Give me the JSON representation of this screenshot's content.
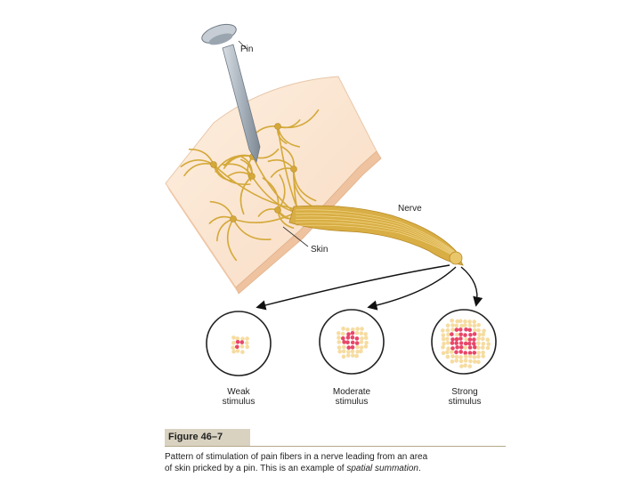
{
  "labels": {
    "pin": "Pin",
    "nerve": "Nerve",
    "skin": "Skin"
  },
  "stimuli": [
    {
      "line1": "Weak",
      "line2": "stimulus",
      "level": 0.15
    },
    {
      "line1": "Moderate",
      "line2": "stimulus",
      "level": 0.55
    },
    {
      "line1": "Strong",
      "line2": "stimulus",
      "level": 1.0
    }
  ],
  "figure": {
    "number": "Figure 46–7",
    "caption_line1": "Pattern of stimulation of pain fibers in a nerve leading from an area",
    "caption_line2_start": "of skin pricked by a pin. This is an example of ",
    "caption_line2_em": "spatial summation",
    "caption_line2_end": "."
  },
  "colors": {
    "skin_top": "#fbe6d2",
    "skin_side": "#f3c9a8",
    "fiber": "#d4a93a",
    "pin": "#a9b4be",
    "active_fiber": "#e8476a",
    "inactive_fiber": "#f6dca0"
  }
}
